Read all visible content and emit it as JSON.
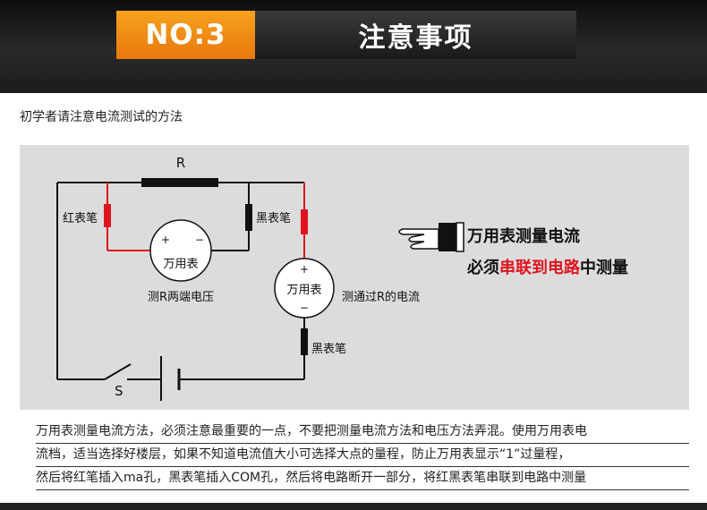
{
  "header": {
    "badge": "NO:3",
    "title": "注意事项"
  },
  "subtitle": "初学者请注意电流测试的方法",
  "diagram": {
    "resistor_label": "R",
    "red_probe_label": "红表笔",
    "black_probe_label_1": "黑表笔",
    "black_probe_label_2": "黑表笔",
    "meter1_label": "万用表",
    "meter1_caption": "测R两端电压",
    "meter2_label": "万用表",
    "meter2_caption": "测通过R的电流",
    "switch_label": "S",
    "plus": "+",
    "minus": "−"
  },
  "callout": {
    "line1": "万用表测量电流",
    "line2_prefix": "必须",
    "line2_highlight": "串联到电路",
    "line2_suffix": "中测量"
  },
  "note": {
    "lines": [
      "万用表测量电流方法，必须注意最重要的一点，不要把测量电流方法和电压方法弄混。使用万用表电",
      "流档，适当选择好楼层，如果不知道电流值大小可选择大点的量程，防止万用表显示“1”过量程，",
      "然后将红笔插入ma孔，黑表笔插入COM孔，然后将电路断开一部分，将红黑表笔串联到电路中测量"
    ]
  },
  "colors": {
    "accent": "#f08a14",
    "red": "#e0141e",
    "wire": "#111111"
  }
}
